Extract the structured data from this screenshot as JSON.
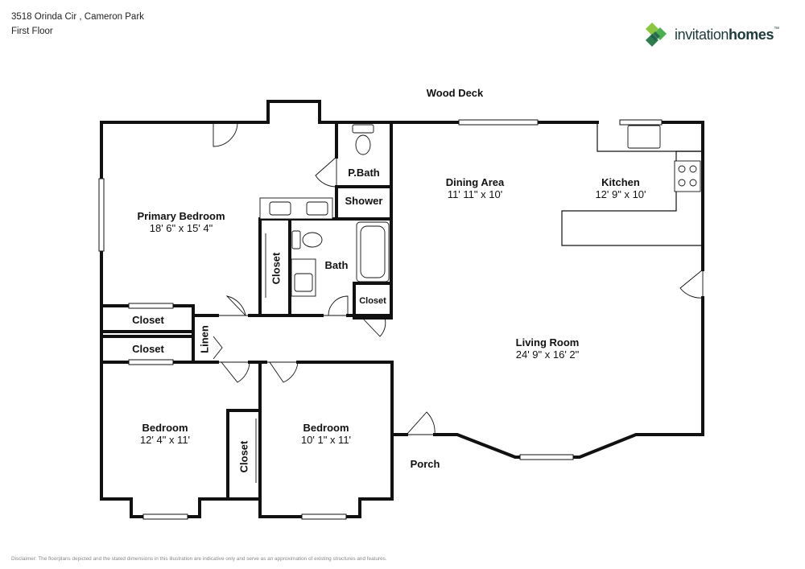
{
  "header": {
    "address": "3518 Orinda Cir , Cameron Park",
    "floor": "First Floor"
  },
  "brand": {
    "name_light": "invitation",
    "name_bold": "homes",
    "colors": [
      "#8cc63f",
      "#4caf50",
      "#2e7d4f",
      "#1d5c4a"
    ]
  },
  "rooms": {
    "wood_deck": {
      "name": "Wood Deck"
    },
    "primary_bedroom": {
      "name": "Primary Bedroom",
      "dims": "18' 6\" x 15' 4\""
    },
    "p_bath": {
      "name": "P.Bath"
    },
    "shower": {
      "name": "Shower"
    },
    "dining_area": {
      "name": "Dining Area",
      "dims": "11' 11\" x 10'"
    },
    "kitchen": {
      "name": "Kitchen",
      "dims": "12' 9\" x 10'"
    },
    "closet_vertical": {
      "name": "Closet"
    },
    "bath": {
      "name": "Bath"
    },
    "closet_bath": {
      "name": "Closet"
    },
    "closet_upper": {
      "name": "Closet"
    },
    "closet_lower": {
      "name": "Closet"
    },
    "linen": {
      "name": "Linen"
    },
    "living_room": {
      "name": "Living Room",
      "dims": "24' 9\" x 16' 2\""
    },
    "bedroom_left": {
      "name": "Bedroom",
      "dims": "12' 4\" x 11'"
    },
    "bedroom_right": {
      "name": "Bedroom",
      "dims": "10' 1\" x 11'"
    },
    "closet_bedroom": {
      "name": "Closet"
    },
    "porch": {
      "name": "Porch"
    }
  },
  "disclaimer": "Disclaimer: The floorplans depicted and the stated dimensions in this illustration are indicative only and serve as an approximation of existing structures and features."
}
